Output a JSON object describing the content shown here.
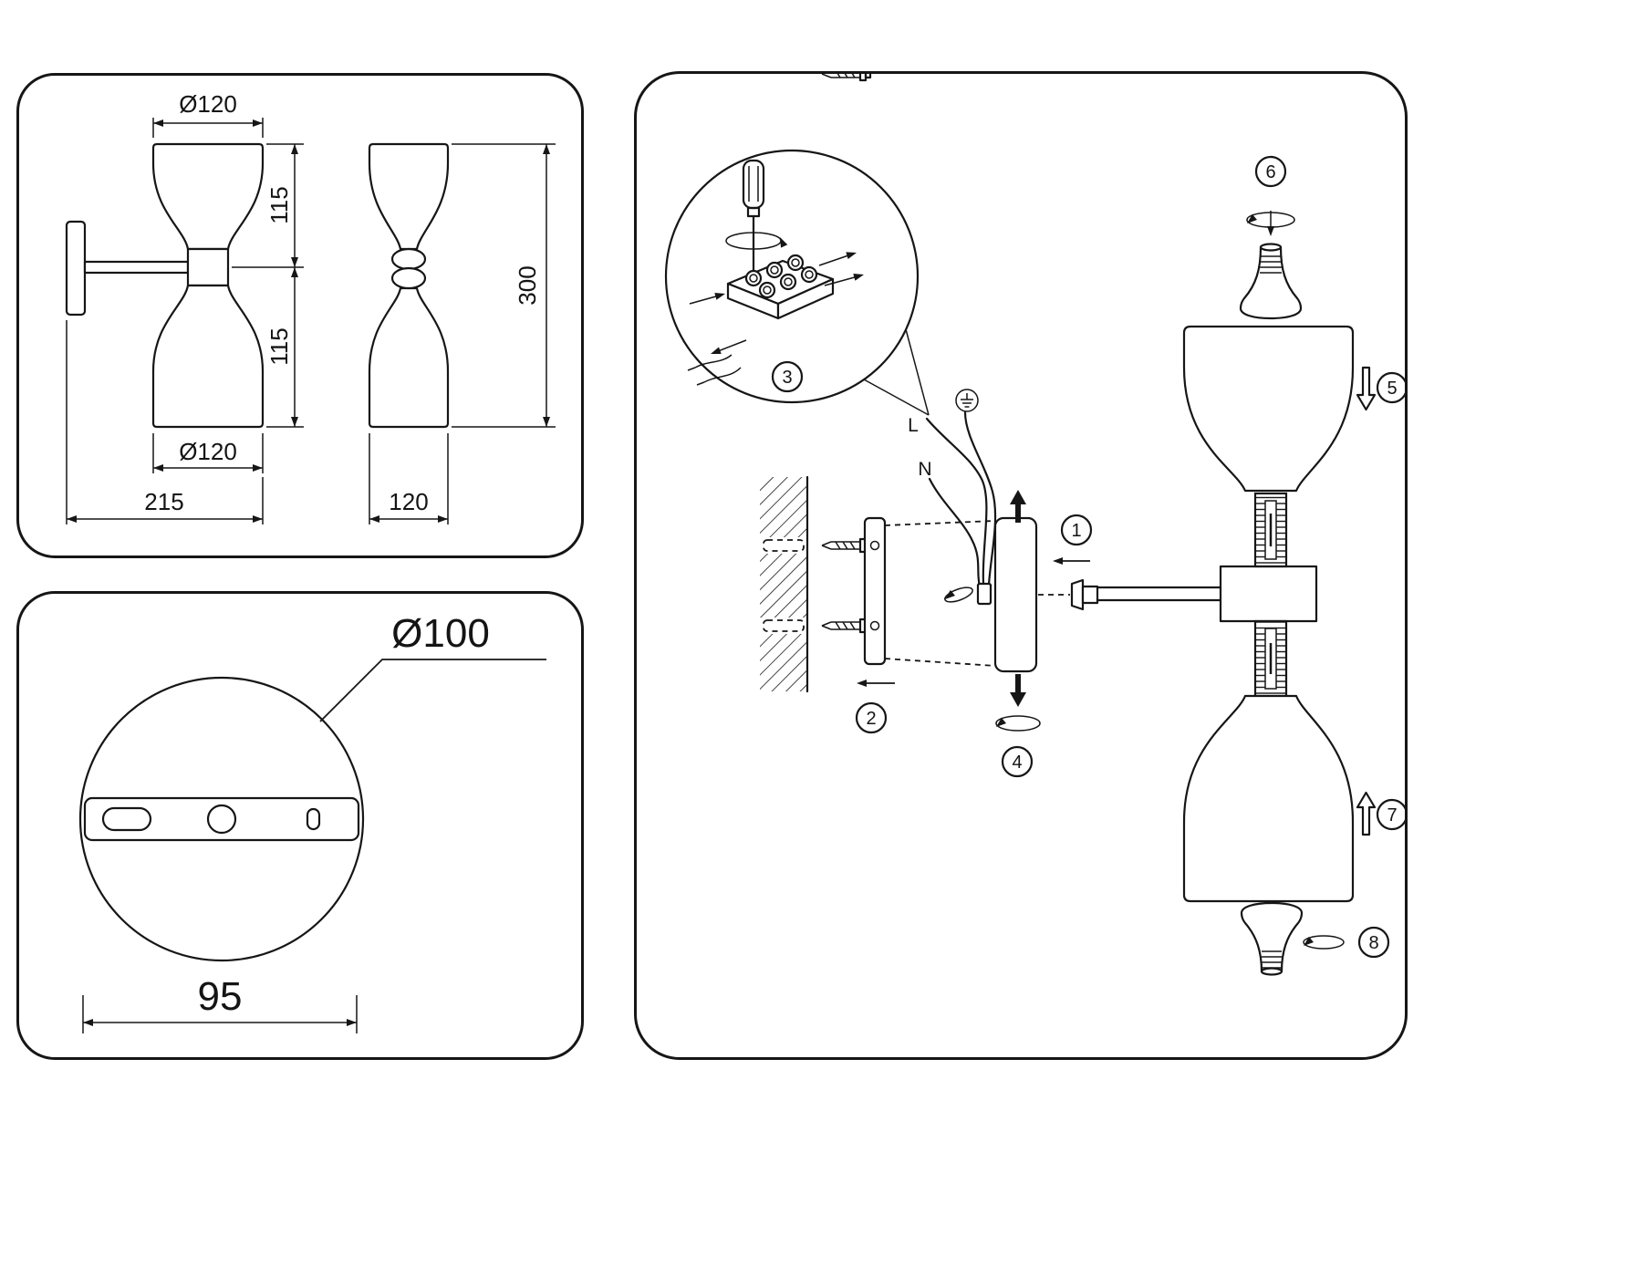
{
  "dimension_view": {
    "top_diameter": "Ø120",
    "upper_height": "115",
    "lower_height": "115",
    "overall_height": "300",
    "bottom_diameter": "Ø120",
    "overall_width": "215",
    "depth": "120"
  },
  "base_view": {
    "plate_diameter": "Ø100",
    "mount_width": "95"
  },
  "installation": {
    "wire_live": "L",
    "wire_neutral": "N",
    "steps": [
      "1",
      "2",
      "3",
      "4",
      "5",
      "6",
      "7",
      "8"
    ]
  }
}
